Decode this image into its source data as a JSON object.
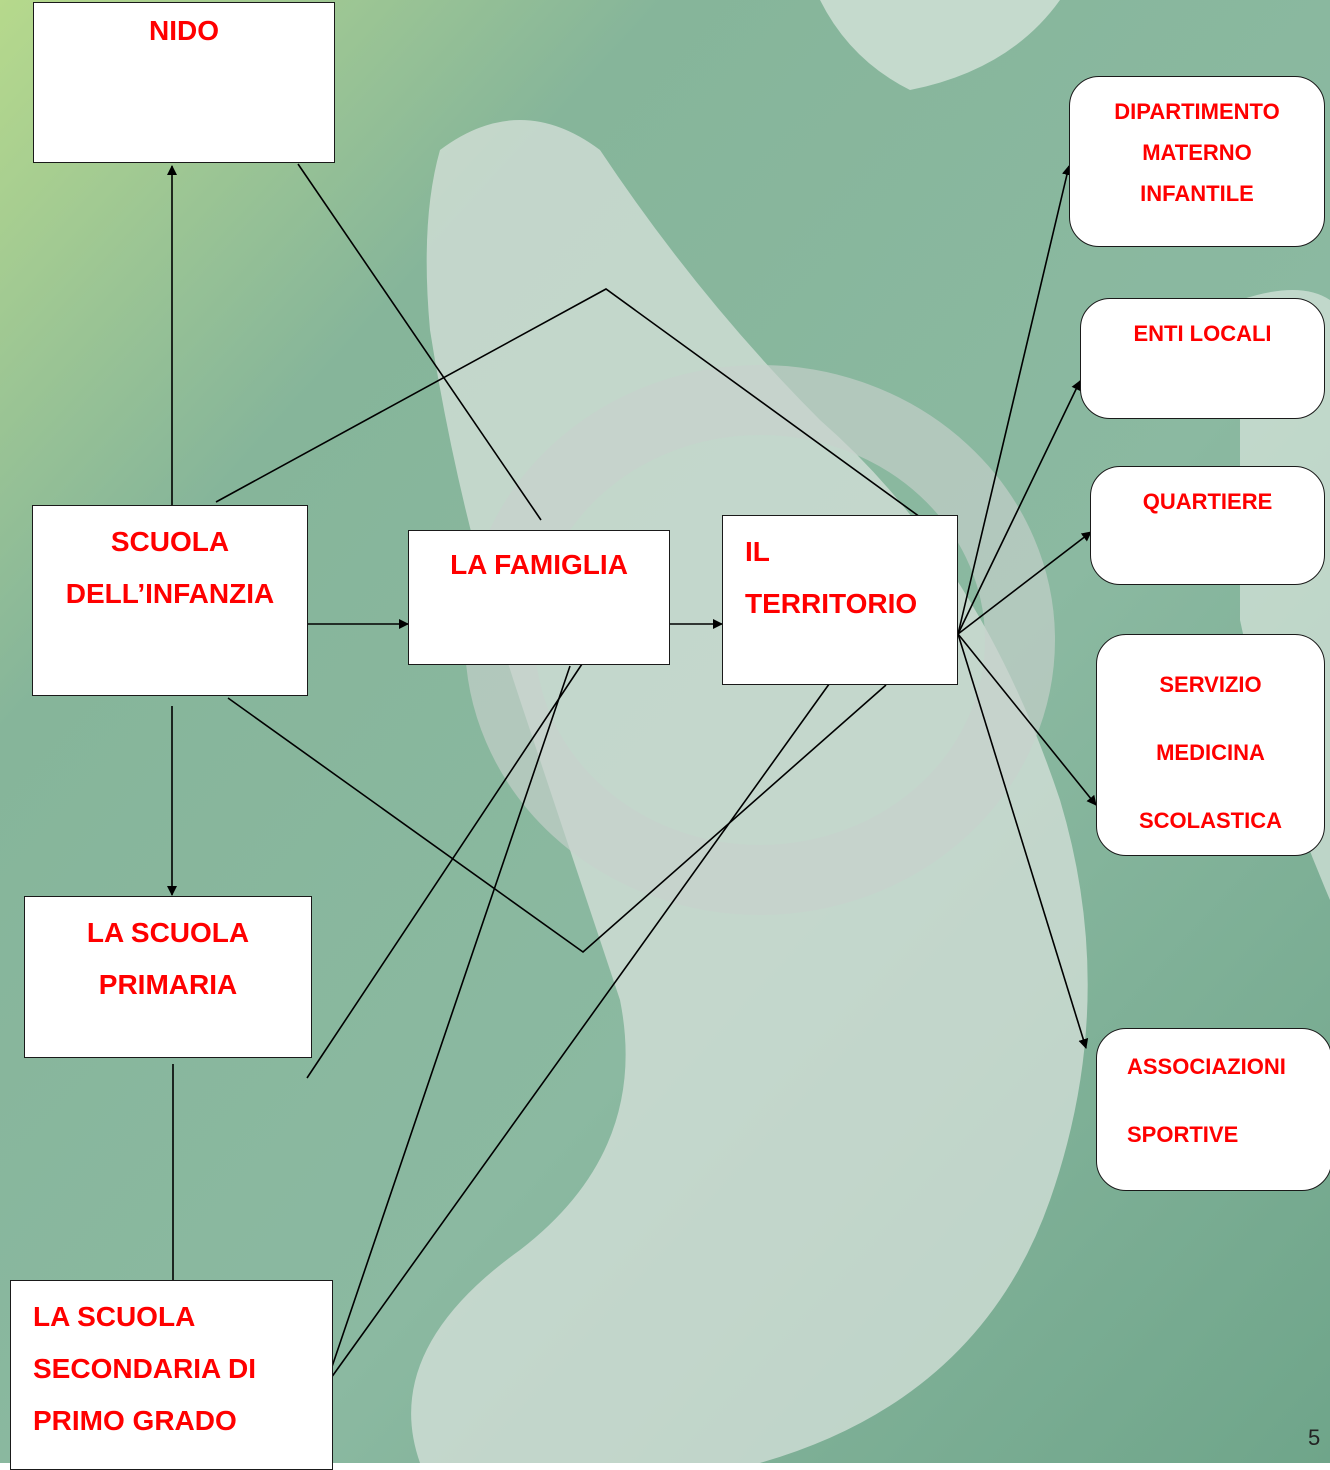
{
  "colors": {
    "background": "#8fbfa5",
    "box_text": "#ff0000",
    "box_border": "#1a1a1a"
  },
  "boxes": {
    "nido": "NIDO",
    "scuola_infanzia": "SCUOLA\nDELL’INFANZIA",
    "famiglia": "LA FAMIGLIA",
    "territorio": "IL\nTERRITORIO",
    "scuola_primaria": "LA SCUOLA\nPRIMARIA",
    "scuola_secondaria": "LA SCUOLA\nSECONDARIA DI\nPRIMO GRADO",
    "dipartimento": "DIPARTIMENTO\nMATERNO\nINFANTILE",
    "enti_locali": "ENTI LOCALI",
    "quartiere": "QUARTIERE",
    "servizio_medicina": "SERVIZIO\nMEDICINA\nSCOLASTICA",
    "associazioni": "ASSOCIAZIONI\nSPORTIVE"
  },
  "page_number": "5"
}
